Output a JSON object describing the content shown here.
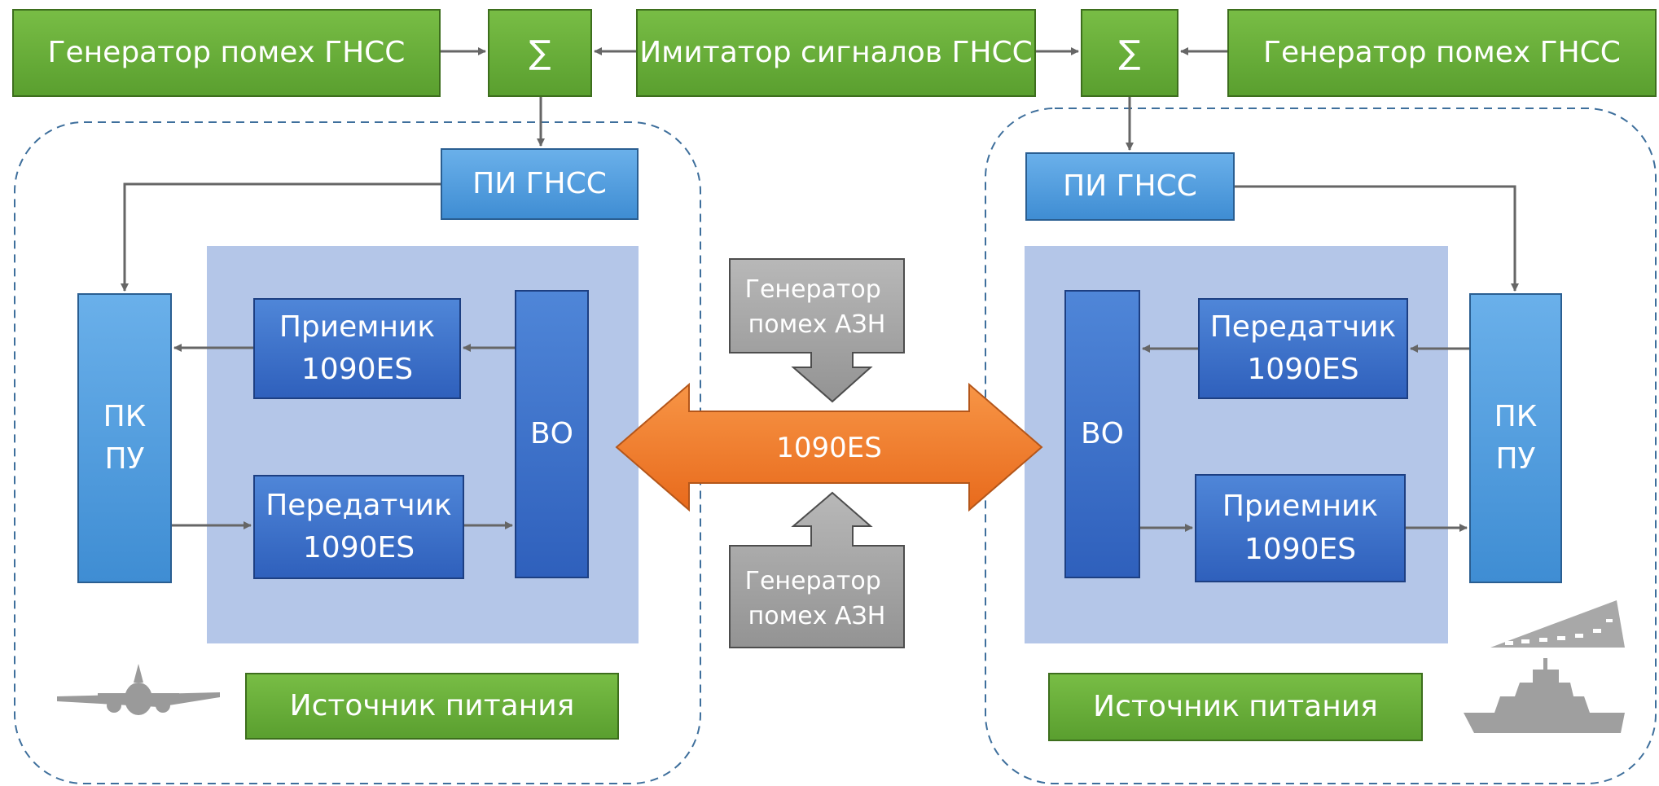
{
  "top": {
    "jammer_left": "Генератор помех ГНСС",
    "sum_left": "∑",
    "simulator": "Имитатор сигналов ГНСС",
    "sum_right": "∑",
    "jammer_right": "Генератор помех ГНСС"
  },
  "left": {
    "gnss_antenna": "ПИ ГНСС",
    "pk_pu": "ПК\nПУ",
    "receiver": "Приемник\n1090ES",
    "transmitter": "Передатчик\n1090ES",
    "vo": "ВО",
    "power": "Источник питания",
    "vehicle_icon": "airplane-icon"
  },
  "right": {
    "gnss_antenna": "ПИ ГНСС",
    "pk_pu": "ПК\nПУ",
    "transmitter": "Передатчик\n1090ES",
    "receiver": "Приемник\n1090ES",
    "vo": "ВО",
    "power": "Источник питания",
    "vehicle_icons": [
      "runway-icon",
      "ship-icon"
    ]
  },
  "center": {
    "jammer_top": "Генератор\nпомех АЗН",
    "link": "1090ES",
    "jammer_bottom": "Генератор\nпомех АЗН"
  },
  "colors": {
    "green": "#6aae3b",
    "light_blue": "#4f9de0",
    "dark_blue": "#3a6ecb",
    "panel": "#b4c6e8",
    "gray": "#a6a6a6",
    "orange": "#f07a2a",
    "dash": "#3e6f9c"
  }
}
